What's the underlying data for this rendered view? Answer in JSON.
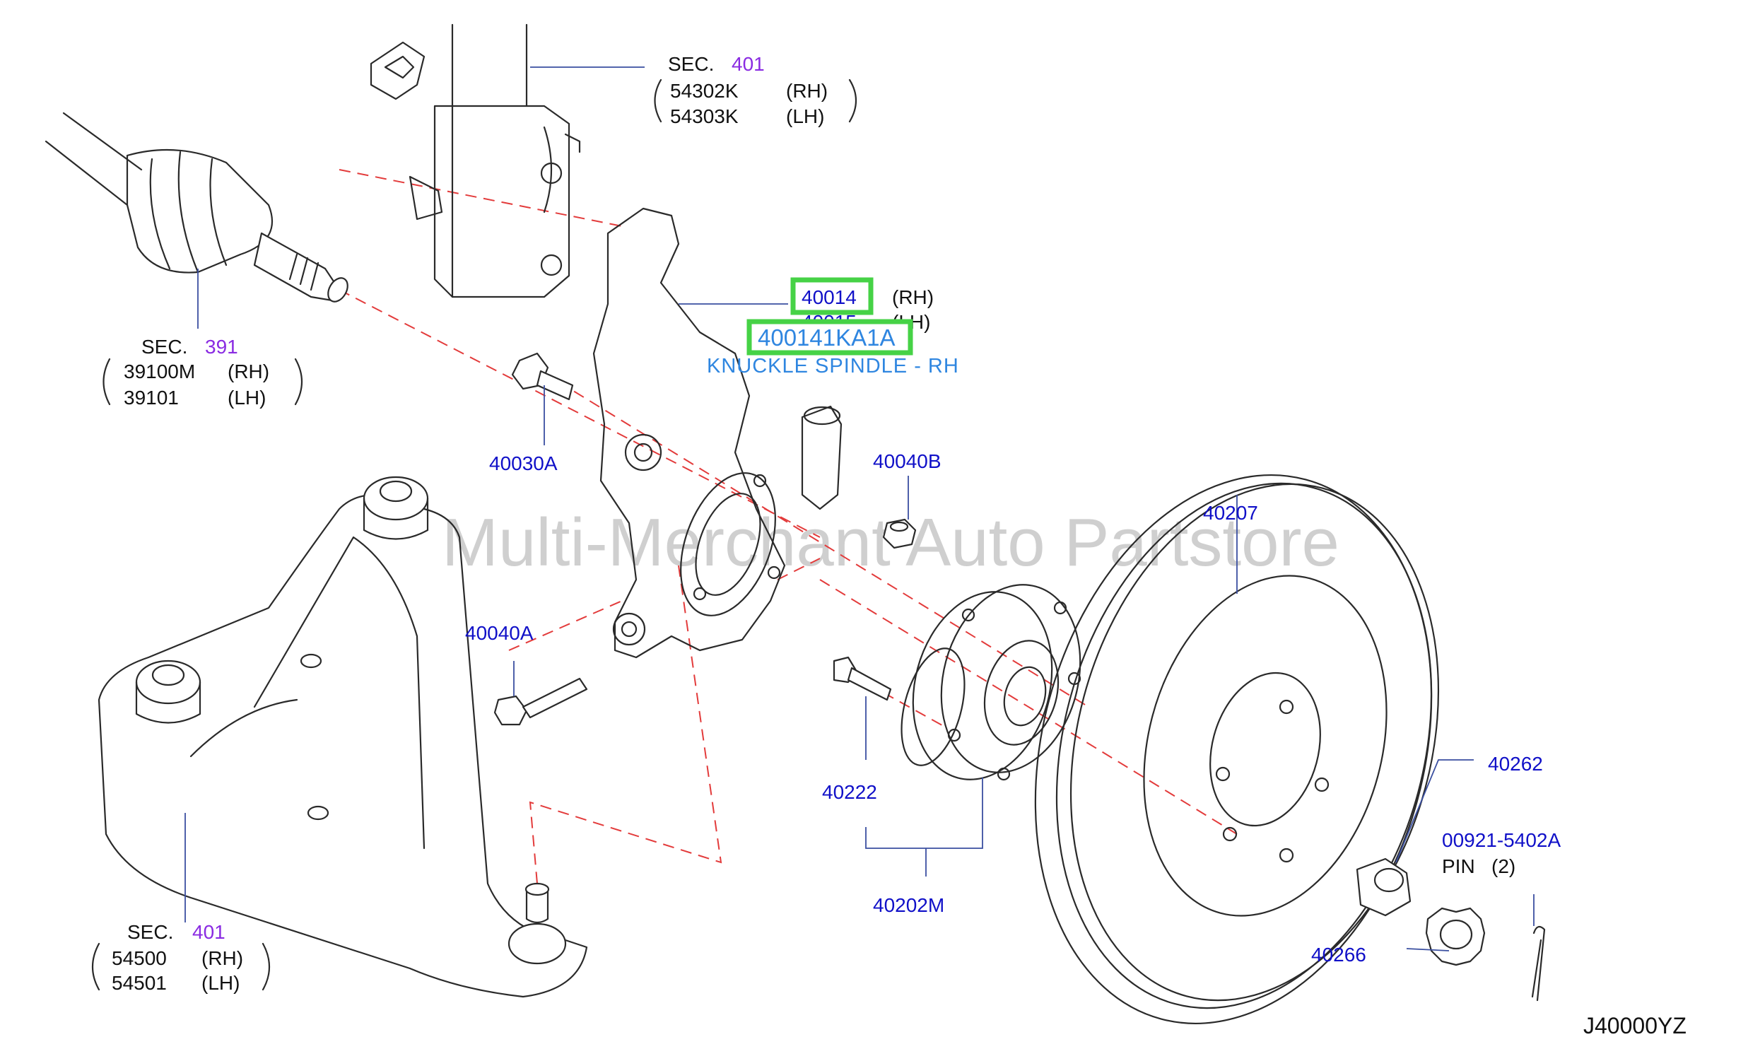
{
  "watermark": "Multi-Merchant Auto Partstore",
  "diagram_code": "J40000YZ",
  "highlight": {
    "part_number": "400141KA1A",
    "description": "KNUCKLE SPINDLE - RH"
  },
  "strut": {
    "sec_label": "SEC.",
    "sec_num": "401",
    "rh": "54302K",
    "lh": "54303K",
    "rh_tag": "(RH)",
    "lh_tag": "(LH)"
  },
  "driveshaft": {
    "sec_label": "SEC.",
    "sec_num": "391",
    "rh": "39100M",
    "lh": "39101",
    "rh_tag": "(RH)",
    "lh_tag": "(LH)"
  },
  "lower_arm": {
    "sec_label": "SEC.",
    "sec_num": "401",
    "rh": "54500",
    "lh": "54501",
    "rh_tag": "(RH)",
    "lh_tag": "(LH)"
  },
  "knuckle": {
    "rh": "40014",
    "lh": "40015",
    "rh_tag": "(RH)",
    "lh_tag": "(LH)"
  },
  "parts": {
    "p40030A": "40030A",
    "p40040B": "40040B",
    "p40040A": "40040A",
    "p40207": "40207",
    "p40222": "40222",
    "p40202M": "40202M",
    "p40262": "40262",
    "p40266": "40266",
    "pin_number": "00921-5402A",
    "pin_label": "PIN",
    "pin_qty": "(2)"
  }
}
